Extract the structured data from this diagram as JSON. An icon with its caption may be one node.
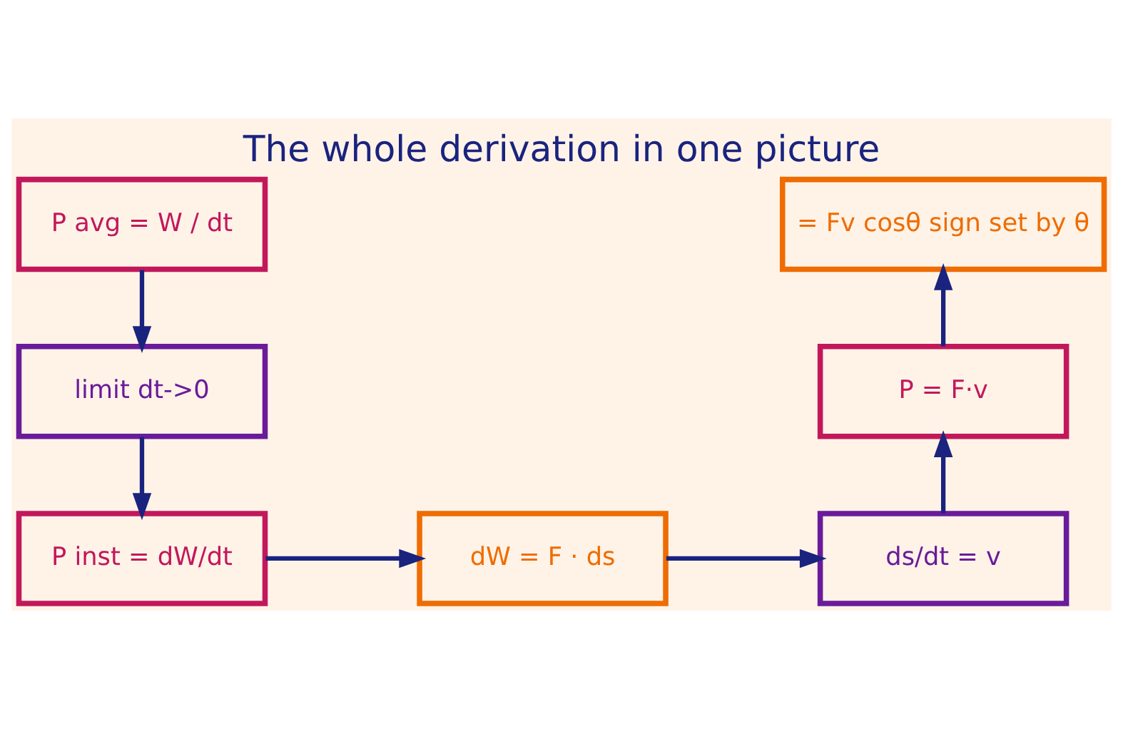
{
  "diagram": {
    "title": "The whole derivation in one picture",
    "nodes": [
      {
        "text": [
          "P avg = W / dt"
        ]
      },
      {
        "text": [
          "limit dt->0"
        ]
      },
      {
        "text": [
          "P inst = dW/dt"
        ]
      },
      {
        "text": [
          "dW = F · ds"
        ]
      },
      {
        "text": [
          "ds/dt = v"
        ]
      },
      {
        "text": [
          "P = F·v"
        ]
      },
      {
        "text": [
          "= Fv cosθ sign set by θ"
        ]
      }
    ],
    "edges": [
      {
        "from": 0,
        "to": 1,
        "arrow": "to"
      },
      {
        "from": 1,
        "to": 2,
        "arrow": "to"
      },
      {
        "from": 2,
        "to": 3,
        "arrow": "to"
      },
      {
        "from": 3,
        "to": 4,
        "arrow": "to"
      },
      {
        "from": 4,
        "to": 5,
        "arrow": "to"
      },
      {
        "from": 5,
        "to": 6,
        "arrow": "to"
      }
    ]
  }
}
